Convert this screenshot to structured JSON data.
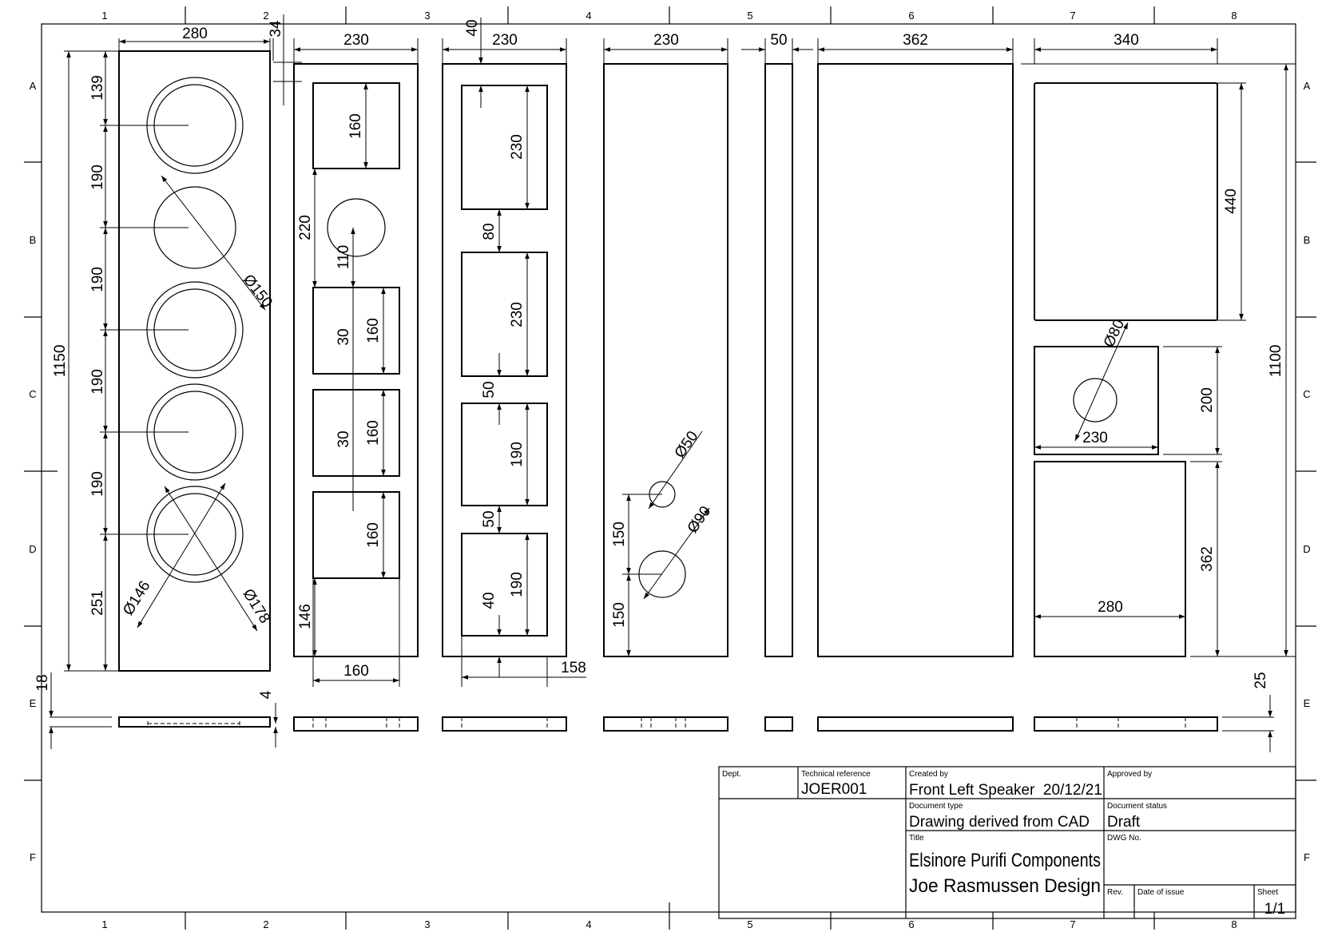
{
  "zones": {
    "cols": [
      "1",
      "2",
      "3",
      "4",
      "5",
      "6",
      "7",
      "8"
    ],
    "rows": [
      "A",
      "B",
      "C",
      "D",
      "E",
      "F"
    ]
  },
  "dims": {
    "p1": {
      "width": "280",
      "h1": "139",
      "h2": "190",
      "h3": "190",
      "h4": "190",
      "h5": "190",
      "h6": "251",
      "total": "1150",
      "d150": "Ø150",
      "d146": "Ø146",
      "d178": "Ø178",
      "recess": "34",
      "thick": "18",
      "edge": "4"
    },
    "p2": {
      "width": "230",
      "s160a": "160",
      "s220": "220",
      "s110": "110",
      "s30a": "30",
      "s160b": "160",
      "s30b": "30",
      "s160c": "160",
      "s160d": "160",
      "s146": "146",
      "bottom": "160"
    },
    "p3": {
      "width": "230",
      "top": "40",
      "s230a": "230",
      "s80": "80",
      "s230b": "230",
      "s50a": "50",
      "s190a": "190",
      "s50b": "50",
      "s190b": "190",
      "s40": "40",
      "bottom": "158"
    },
    "p4": {
      "width": "230",
      "d50": "Ø50",
      "d90": "Ø90",
      "s150a": "150",
      "s150b": "150"
    },
    "p5": {
      "width": "50"
    },
    "p6": {
      "width": "362"
    },
    "p7": {
      "width": "340",
      "s440": "440",
      "d80": "Ø80",
      "s200": "200",
      "s230": "230",
      "s362": "362",
      "s280": "280",
      "total": "1100",
      "thick": "25"
    }
  },
  "title_block": {
    "dept_label": "Dept.",
    "techref_label": "Technical reference",
    "techref": "JOER001",
    "created_label": "Created by",
    "created": "Front Left Speaker  20/12/21",
    "approved_label": "Approved by",
    "doctype_label": "Document type",
    "doctype": "Drawing derived from CAD",
    "status_label": "Document status",
    "status": "Draft",
    "title_label": "Title",
    "title1": "Elsinore Purifi Components",
    "title2": "Joe Rasmussen Design",
    "dwg_label": "DWG No.",
    "rev_label": "Rev.",
    "date_label": "Date of issue",
    "sheet_label": "Sheet",
    "sheet": "1/1"
  }
}
